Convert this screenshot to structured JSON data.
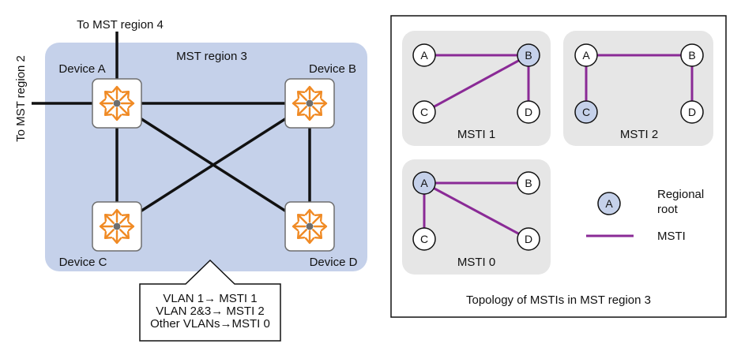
{
  "colors": {
    "region_fill": "#c5d1ea",
    "panel_fill": "#e6e6e6",
    "msti_line": "#8a2a96",
    "root_fill": "#c5d1ea",
    "device_icon": "#f08a24",
    "link": "#111111"
  },
  "left": {
    "external_links": {
      "region4": "To MST region 4",
      "region2": "To MST region 2"
    },
    "region_label": "MST region 3",
    "devices": {
      "a": "Device A",
      "b": "Device B",
      "c": "Device C",
      "d": "Device D"
    },
    "callout_lines": [
      "VLAN 1→ MSTI 1",
      "VLAN 2&3→ MSTI 2",
      "Other VLANs→MSTI 0"
    ],
    "icon": "switch-icon"
  },
  "right": {
    "panels": [
      {
        "label": "MSTI 1",
        "root": "B"
      },
      {
        "label": "MSTI 2",
        "root": "C"
      },
      {
        "label": "MSTI 0",
        "root": "A"
      }
    ],
    "nodes": {
      "a": "A",
      "b": "B",
      "c": "C",
      "d": "D"
    },
    "legend": {
      "root_node": "A",
      "root_label_line1": "Regional",
      "root_label_line2": "root",
      "line_label": "MSTI"
    },
    "caption": "Topology of MSTIs in MST region 3"
  }
}
